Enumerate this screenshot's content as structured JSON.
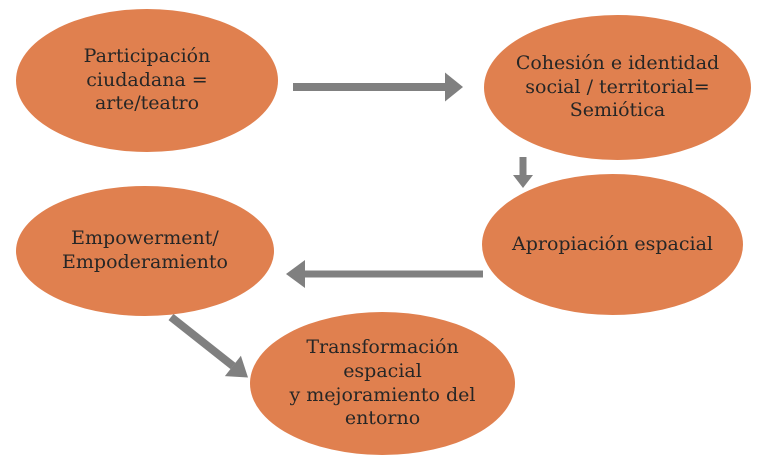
{
  "diagram": {
    "colors": {
      "node_fill": "#E0804F",
      "arrow": "#808080",
      "text": "#262626",
      "background": "#FFFFFF"
    },
    "nodes": [
      {
        "id": "participacion",
        "label": "Participación\nciudadana = arte/teatro"
      },
      {
        "id": "cohesion",
        "label": "Cohesión e identidad\nsocial / territorial=\nSemiótica"
      },
      {
        "id": "empowerment",
        "label": "Empowerment/\nEmpoderamiento"
      },
      {
        "id": "apropiacion",
        "label": "Apropiación espacial"
      },
      {
        "id": "transformacion",
        "label": "Transformación espacial\ny mejoramiento del\nentorno"
      }
    ],
    "arrows": [
      {
        "from": "participacion",
        "to": "cohesion",
        "direction": "right"
      },
      {
        "from": "cohesion",
        "to": "apropiacion",
        "direction": "down"
      },
      {
        "from": "apropiacion",
        "to": "empowerment",
        "direction": "left"
      },
      {
        "from": "empowerment",
        "to": "transformacion",
        "direction": "down-right"
      }
    ]
  }
}
